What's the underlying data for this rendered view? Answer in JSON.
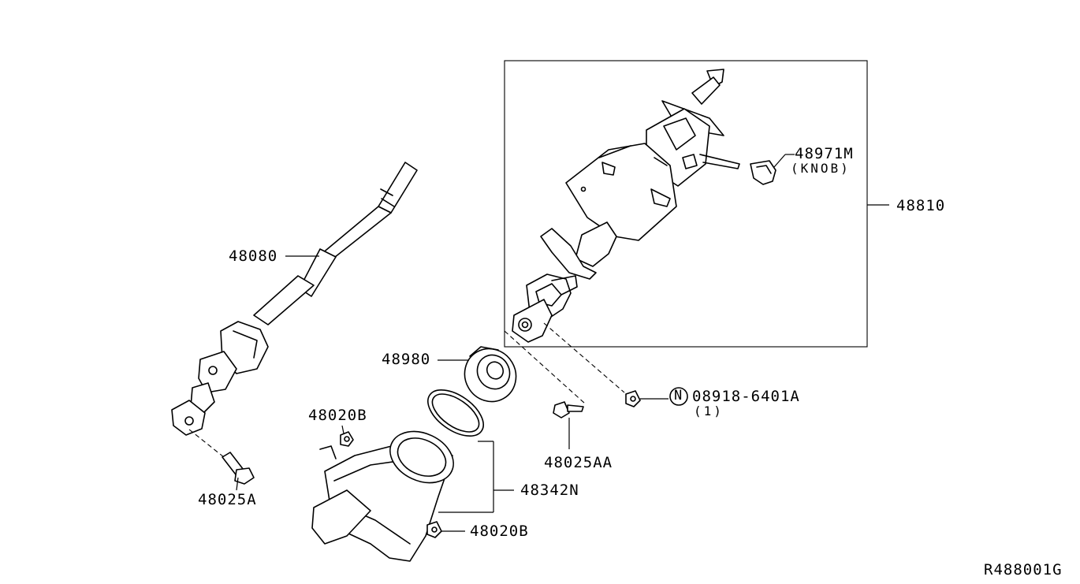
{
  "diagram": {
    "ref_code": "R488001G",
    "parts": {
      "steering_column_assy": {
        "number": "48810"
      },
      "tilt_knob": {
        "number": "48971M",
        "note": "(KNOB)"
      },
      "lower_joint_shaft": {
        "number": "48080"
      },
      "column_hole_seal": {
        "number": "48980"
      },
      "column_cover": {
        "number": "48342N"
      },
      "nut_upper": {
        "number": "48020B"
      },
      "nut_lower": {
        "number": "48020B"
      },
      "joint_bolt": {
        "number": "48025A"
      },
      "column_bolt": {
        "number": "48025AA"
      },
      "std_nut": {
        "marker": "N",
        "number": "08918-6401A",
        "qty": "(1)"
      }
    }
  }
}
